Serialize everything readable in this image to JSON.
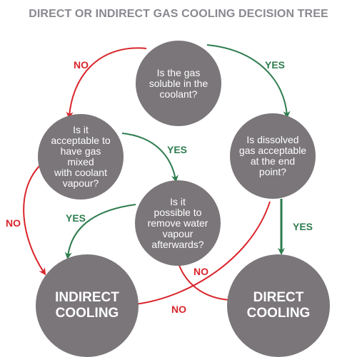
{
  "title": "DIRECT OR INDIRECT GAS COOLING DECISION TREE",
  "nodes": {
    "soluble": "Is the gas\nsoluble in the\ncoolant?",
    "acceptable_mixed": "Is it\nacceptable to\nhave gas mixed\nwith coolant\nvapour?",
    "dissolved": "Is dissolved\ngas acceptable\nat the end\npoint?",
    "remove_vapour": "Is it\npossible to\nremove water\nvapour\nafterwards?",
    "indirect": "INDIRECT\nCOOLING",
    "direct": "DIRECT\nCOOLING"
  },
  "edge_labels": {
    "soluble_no": "NO",
    "soluble_yes": "YES",
    "acceptable_yes": "YES",
    "acceptable_no": "NO",
    "remove_yes": "YES",
    "remove_no": "NO",
    "dissolved_yes": "YES",
    "dissolved_no": "NO"
  },
  "colors": {
    "node_fill": "#7a7679",
    "yes_arrow": "#2e7d4f",
    "no_arrow": "#d9252b",
    "title_text": "#8a8890"
  }
}
